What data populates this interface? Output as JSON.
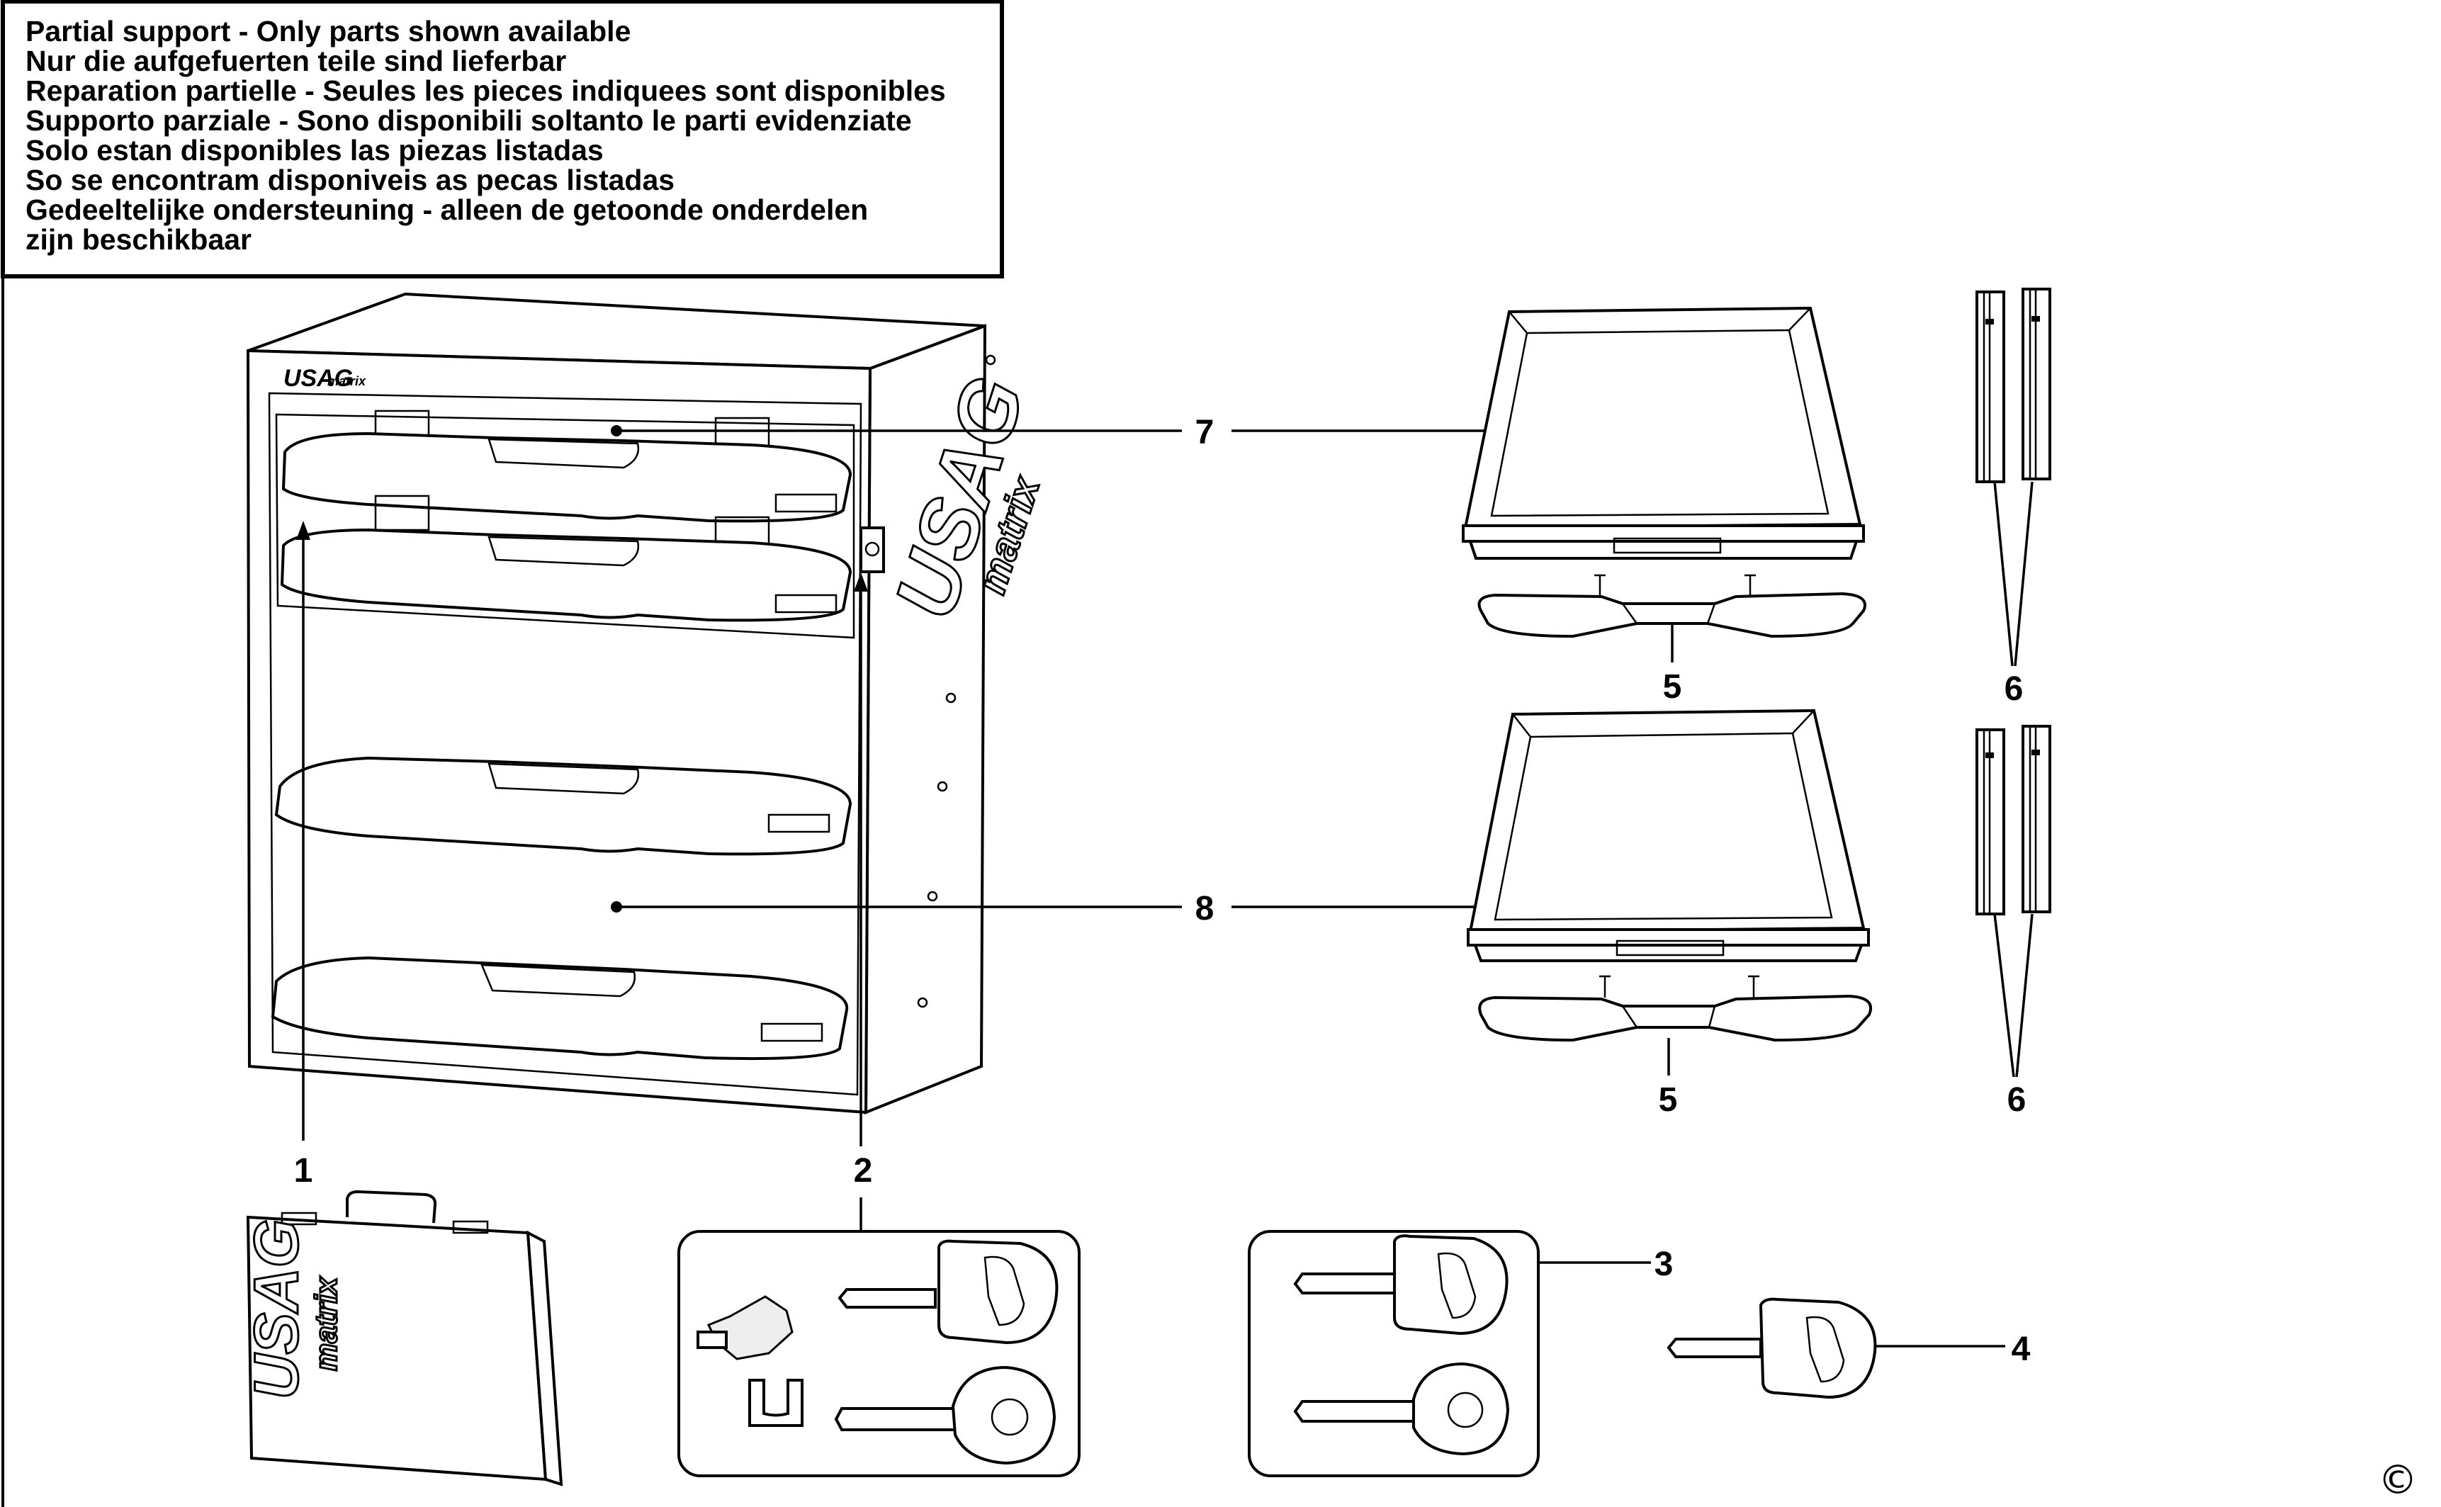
{
  "notice": {
    "lines": [
      "Partial support - Only parts shown available",
      "Nur die aufgefuerten teile sind lieferbar",
      "Reparation partielle - Seules les pieces indiquees sont disponibles",
      "Supporto parziale - Sono disponibili soltanto le parti evidenziate",
      "Solo estan disponibles las piezas listadas",
      "So se encontram disponiveis as pecas listadas",
      "Gedeeltelijke ondersteuning - alleen de getoonde onderdelen",
      "zijn beschikbaar"
    ]
  },
  "callouts": {
    "c1": "1",
    "c2": "2",
    "c3": "3",
    "c4": "4",
    "c5a": "5",
    "c5b": "5",
    "c6a": "6",
    "c6b": "6",
    "c7": "7",
    "c8": "8"
  },
  "branding": {
    "logo": "USAG",
    "sub": "matrix"
  },
  "copyright": "©"
}
